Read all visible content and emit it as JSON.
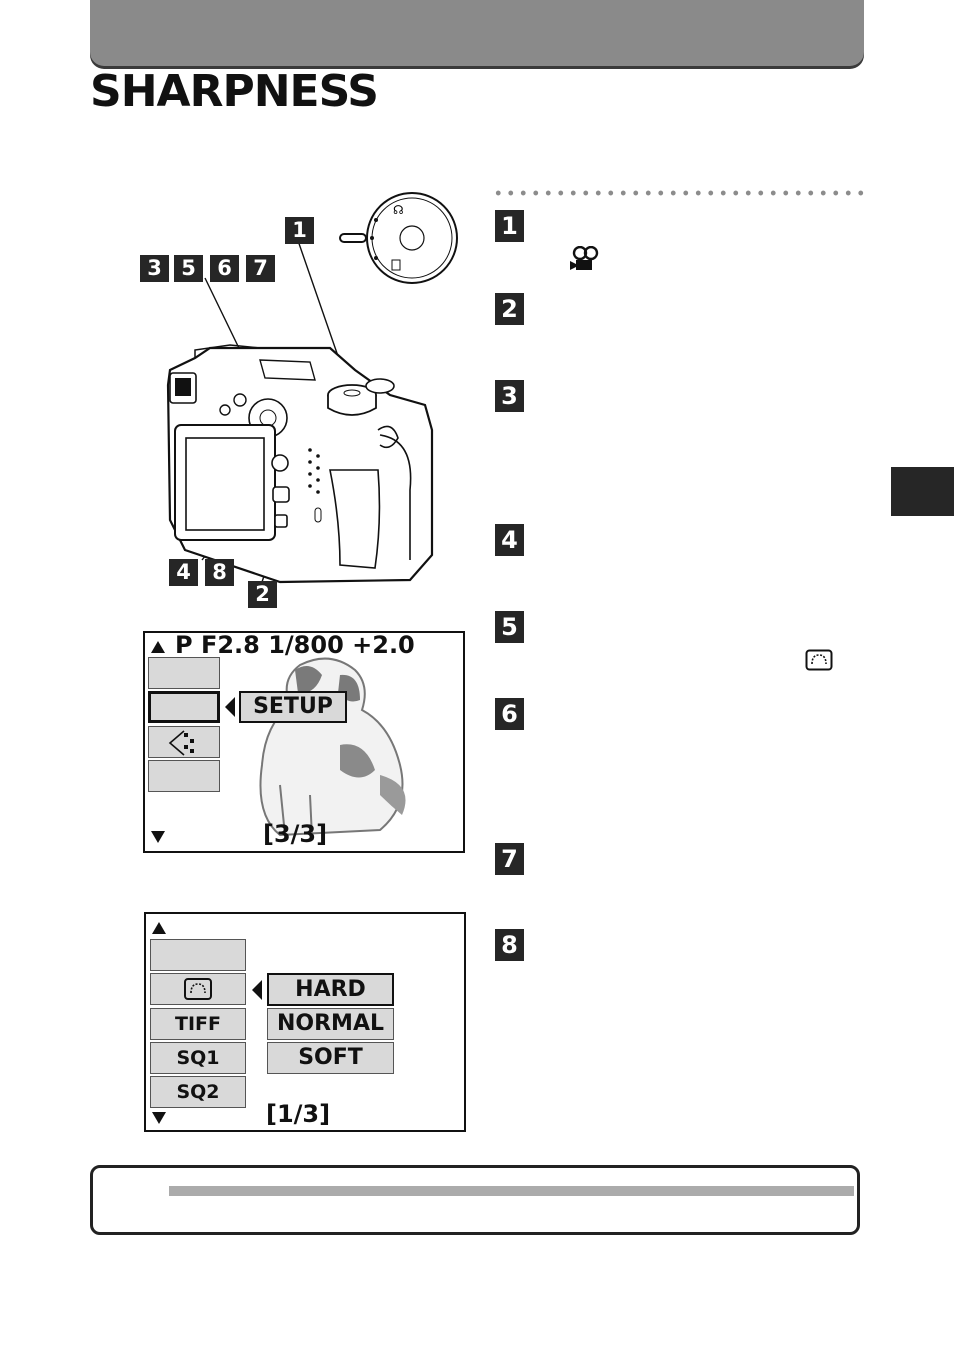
{
  "page": {
    "title": "SHARPNESS"
  },
  "steps": [
    "1",
    "2",
    "3",
    "4",
    "5",
    "6",
    "7",
    "8"
  ],
  "callouts": {
    "top": "1",
    "group_a": [
      "3",
      "5",
      "6",
      "7"
    ],
    "group_b": [
      "4",
      "8"
    ],
    "bottom": "2"
  },
  "lcd_setup": {
    "status_line": "P  F2.8  1/800  +2.0",
    "menu_item": "SETUP",
    "page_indicator": "[3/3]"
  },
  "lcd_sharpness": {
    "options": [
      "HARD",
      "NORMAL",
      "SOFT"
    ],
    "left_items": [
      "TIFF",
      "SQ1",
      "SQ2"
    ],
    "page_indicator": "[1/3]"
  },
  "colors": {
    "header": "#8a8a8a",
    "dark": "#262626",
    "tile": "#d9d9d9"
  }
}
